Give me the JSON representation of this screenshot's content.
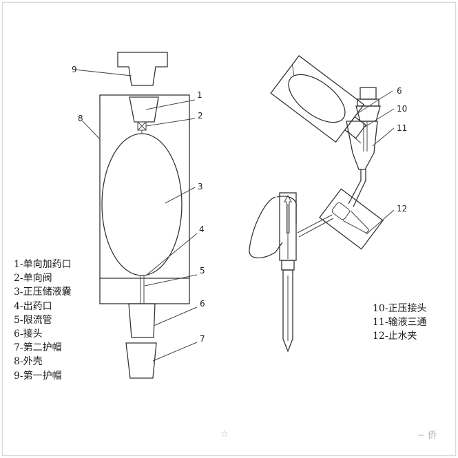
{
  "left_legend": [
    "1-单向加药口",
    "2-单向阀",
    "3-正压储液囊",
    "4-出药口",
    "5-限流管",
    "6-接头",
    "7-第二护帽",
    "8-外壳",
    "9-第一护帽"
  ],
  "right_legend": [
    "10-正压接头",
    "11-输液三通",
    "12-止水夹"
  ],
  "left_callouts": [
    "1",
    "2",
    "3",
    "4",
    "5",
    "6",
    "7",
    "8",
    "9"
  ],
  "right_callouts": [
    "6",
    "10",
    "11",
    "12"
  ],
  "watermark": {
    "star": "☆",
    "text": "侨"
  }
}
